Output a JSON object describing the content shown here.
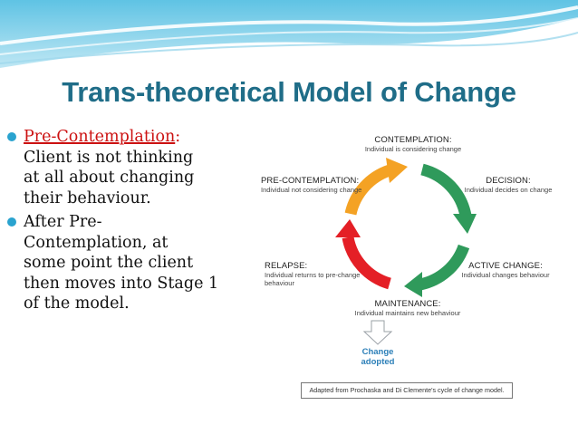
{
  "slide": {
    "title": "Trans-theoretical Model of Change",
    "bullets": [
      {
        "highlight": "Pre-Contemplation",
        "colon": ":",
        "lines": [
          "Client is not thinking",
          "at all about changing",
          "their behaviour."
        ]
      },
      {
        "lines": [
          "After Pre-",
          "Contemplation, at",
          "some point the client",
          "then moves into Stage 1",
          "of the model."
        ]
      }
    ]
  },
  "diagram": {
    "stages": {
      "contemplation": {
        "label": "CONTEMPLATION:",
        "desc": "Individual is considering change"
      },
      "decision": {
        "label": "DECISION:",
        "desc": "Individual decides on change"
      },
      "active_change": {
        "label": "ACTIVE CHANGE:",
        "desc": "Individual changes behaviour"
      },
      "maintenance": {
        "label": "MAINTENANCE:",
        "desc": "Individual maintains new behaviour"
      },
      "relapse": {
        "label": "RELAPSE:",
        "desc_line1": "Individual returns to pre-change",
        "desc_line2": "behaviour"
      },
      "pre_contemplation": {
        "label": "PRE-CONTEMPLATION:",
        "desc": "Individual not considering change"
      }
    },
    "outcome": "Change adopted",
    "caption": "Adapted from Prochaska and Di Clemente's cycle of change model.",
    "colors": {
      "orange": "#f4a224",
      "green": "#2f9a5b",
      "red": "#e41f26",
      "title": "#1f6d88",
      "bullet_dot": "#2aa3cf",
      "highlight": "#cc1111"
    }
  }
}
